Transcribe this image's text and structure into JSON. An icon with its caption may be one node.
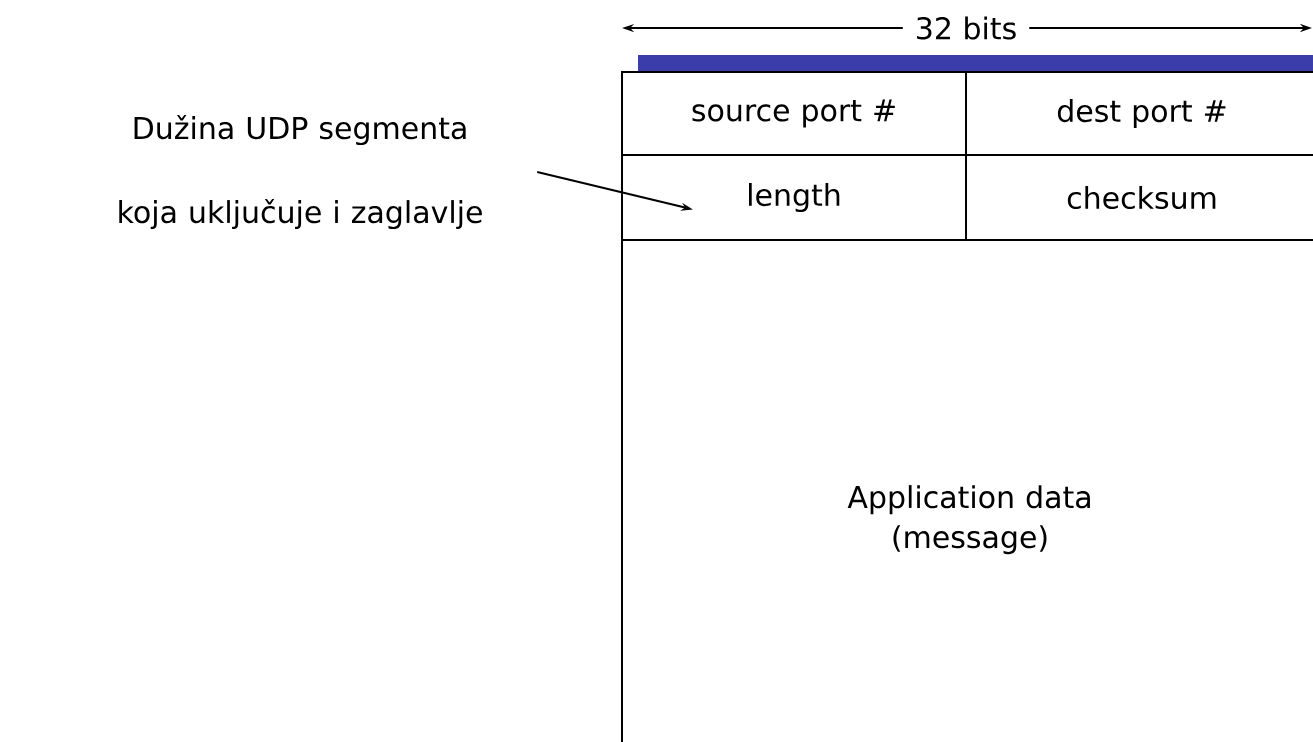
{
  "diagram": {
    "nodes": [
      {
        "text": [
          "source port #"
        ]
      },
      {
        "text": [
          "dest port #"
        ]
      },
      {
        "text": [
          "length"
        ]
      },
      {
        "text": [
          "checksum"
        ]
      },
      {
        "text": [
          "Application data (message)"
        ]
      },
      {
        "text": [
          "Dužina UDP segmenta koja uključuje i zaglavlje"
        ]
      }
    ],
    "edges": [
      {
        "from": 5,
        "to": 2,
        "arrow": "to"
      }
    ],
    "labels": [
      "32 bits"
    ]
  }
}
